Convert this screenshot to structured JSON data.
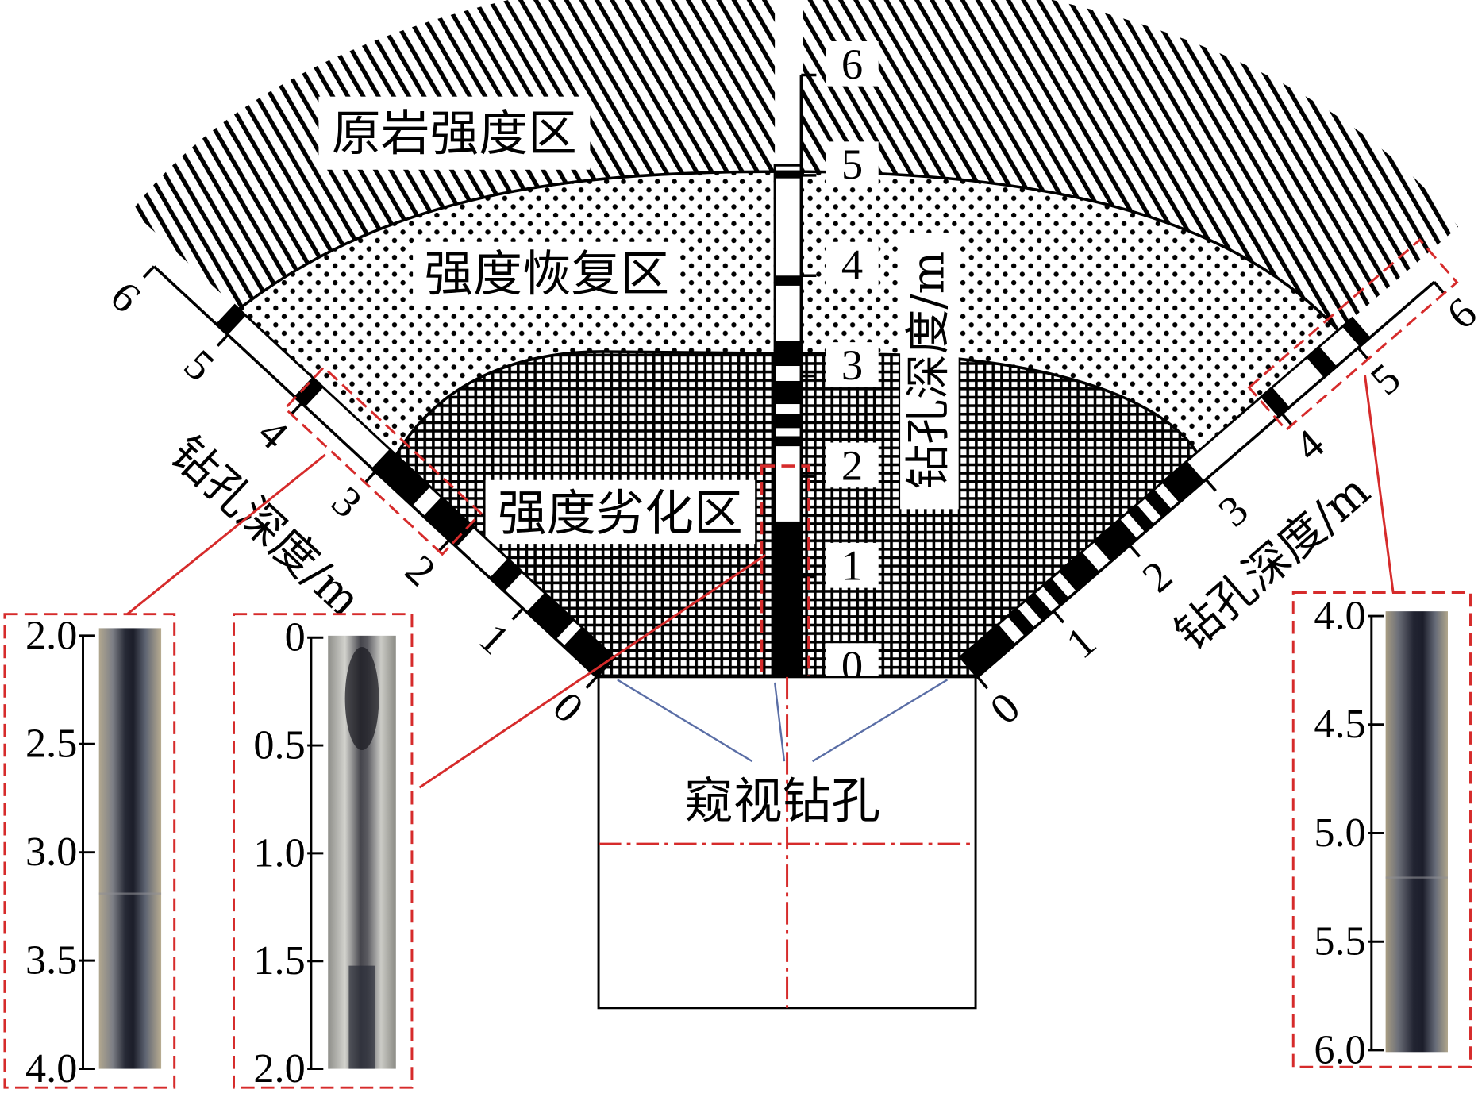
{
  "zones": {
    "original": "原岩强度区",
    "recovery": "强度恢复区",
    "degraded": "强度劣化区"
  },
  "axis_title": "钻孔深度/m",
  "borehole_label": "窥视钻孔",
  "scale_labels": [
    "0",
    "1",
    "2",
    "3",
    "4",
    "5",
    "6"
  ],
  "boreholes": {
    "left": {
      "black_segments_m": [
        [
          0,
          0.45
        ],
        [
          0.55,
          0.95
        ],
        [
          1.25,
          1.45
        ],
        [
          1.9,
          2.35
        ],
        [
          2.5,
          3.05
        ],
        [
          3.95,
          4.1
        ],
        [
          5.0,
          5.15
        ]
      ]
    },
    "center": {
      "black_segments_m": [
        [
          0,
          1.55
        ],
        [
          2.3,
          2.4
        ],
        [
          2.48,
          2.62
        ],
        [
          2.72,
          2.95
        ],
        [
          3.1,
          3.35
        ],
        [
          3.9,
          4.0
        ],
        [
          4.97,
          5.05
        ]
      ]
    },
    "right": {
      "black_segments_m": [
        [
          0,
          0.5
        ],
        [
          0.62,
          0.75
        ],
        [
          0.85,
          0.98
        ],
        [
          1.08,
          1.2
        ],
        [
          1.3,
          1.6
        ],
        [
          1.75,
          2.1
        ],
        [
          2.2,
          2.32
        ],
        [
          2.42,
          2.55
        ],
        [
          2.65,
          2.98
        ],
        [
          3.95,
          4.1
        ],
        [
          4.55,
          4.72
        ],
        [
          5.02,
          5.15
        ]
      ]
    }
  },
  "insets": [
    {
      "ticks": [
        "2.0",
        "2.5",
        "3.0",
        "3.5",
        "4.0"
      ]
    },
    {
      "ticks": [
        "0",
        "0.5",
        "1.0",
        "1.5",
        "2.0"
      ]
    },
    {
      "ticks": [
        "4.0",
        "4.5",
        "5.0",
        "5.5",
        "6.0"
      ]
    }
  ],
  "colors": {
    "highlight": "#d62b2b",
    "leader": "#5a6ea6"
  }
}
